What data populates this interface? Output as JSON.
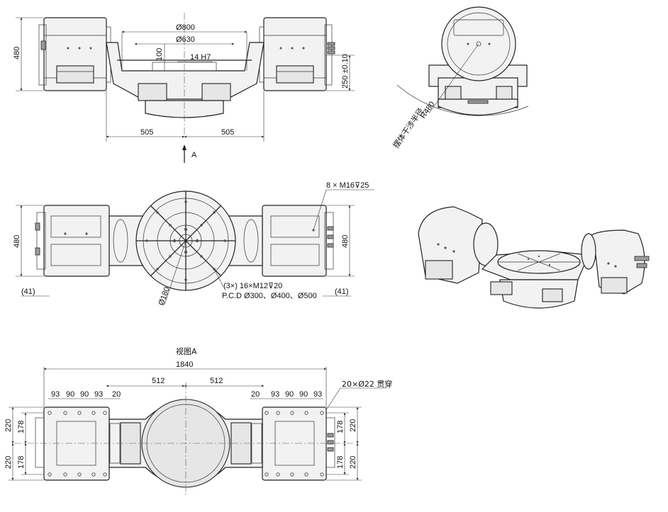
{
  "front_view": {
    "dim_d800": "Ø800",
    "dim_d630": "Ø630",
    "dim_100": "100",
    "dim_14h7": "14 H7",
    "dim_480": "480",
    "dim_250": "250 ±0.10",
    "dim_505_left": "505",
    "dim_505_right": "505",
    "arrow_label": "A"
  },
  "side_view": {
    "radius_label": "R480",
    "interference_label": "摆体干涉半径"
  },
  "top_view": {
    "hole_callout": "8 × M16⊽25",
    "dim_480_left": "480",
    "dim_480_right": "480",
    "dim_41_left": "(41)",
    "dim_41_right": "(41)",
    "dim_d180": "Ø180",
    "thread_callout": "(3×)  16×M12⊽20",
    "pcd_callout": "P.C.D Ø300、Ø400、Ø500"
  },
  "bottom_view": {
    "title": "视图A",
    "dim_1840": "1840",
    "dim_512_left": "512",
    "dim_512_right": "512",
    "left_pitch": [
      "93",
      "90",
      "90",
      "93"
    ],
    "right_pitch": [
      "93",
      "90",
      "90",
      "93"
    ],
    "dim_20_left": "20",
    "dim_20_right": "20",
    "through_hole": "20×Ø22 贯穿",
    "dim_220_tl": "220",
    "dim_178_tl": "178",
    "dim_220_bl": "220",
    "dim_178_bl": "178",
    "dim_178_tr": "178",
    "dim_220_tr": "220",
    "dim_178_br": "178",
    "dim_220_br": "220"
  }
}
